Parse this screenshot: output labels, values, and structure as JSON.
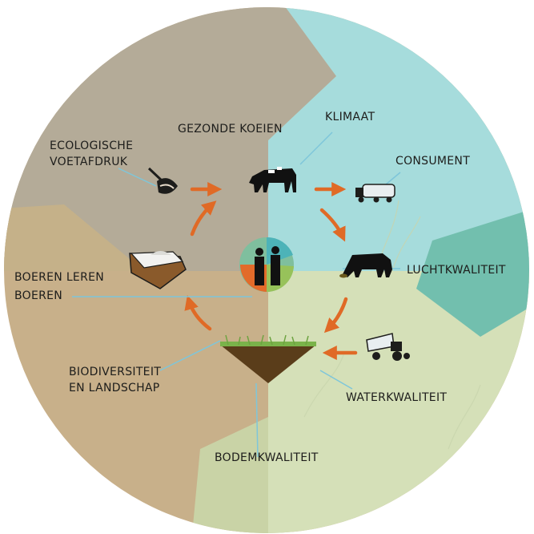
{
  "labels": {
    "ecological_footprint": [
      "ECOLOGISCHE",
      "VOETAFDRUK"
    ],
    "healthy_cows": "GEZONDE KOEIEN",
    "climate": "KLIMAAT",
    "consumer": "CONSUMENT",
    "air_quality": "LUCHTKWALITEIT",
    "farmers_learning": [
      "BOEREN LEREN",
      "BOEREN"
    ],
    "biodiversity": [
      "BIODIVERSITEIT",
      "EN LANDSCHAP"
    ],
    "water_quality": "WATERKWALITEIT",
    "soil_quality": "BODEMKWALITEIT"
  },
  "icons": {
    "ecological_footprint": "feed-scoop-icon",
    "healthy_cows": "cow-icon",
    "consumer": "milk-tanker-truck-icon",
    "air_quality": "grazing-cow-icon",
    "farmers_learning": "feed-bin-icon",
    "center": "two-farmers-icon",
    "soil_quality": "soil-profile-icon",
    "water_quality": "manure-spreader-tractor-icon"
  },
  "colors": {
    "quadrant_top_left": "#b4ab98",
    "quadrant_top_right": "#a6dcdc",
    "quadrant_bottom_left": "#c8b08a",
    "quadrant_bottom_right": "#d5e0b8",
    "arrow": "#e06a26",
    "leader_line": "#7ec6da",
    "text": "#1d1d1b"
  }
}
